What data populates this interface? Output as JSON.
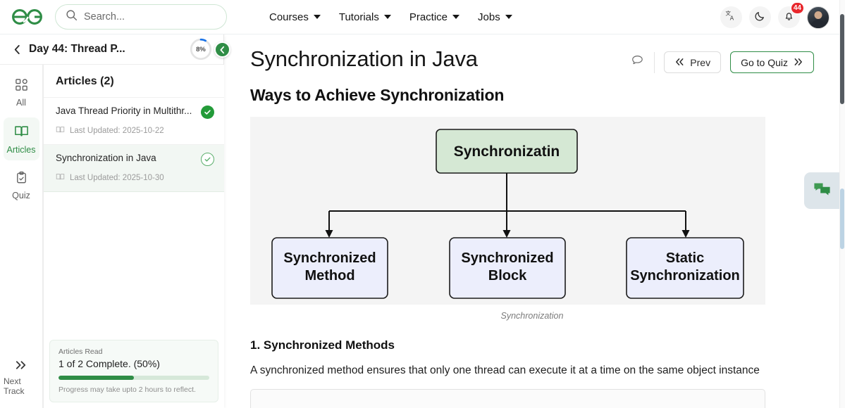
{
  "header": {
    "logo_alt": "GeeksforGeeks",
    "search": {
      "value": "",
      "placeholder": "Search..."
    },
    "nav": [
      {
        "label": "Courses"
      },
      {
        "label": "Tutorials"
      },
      {
        "label": "Practice"
      },
      {
        "label": "Jobs"
      }
    ],
    "actions": {
      "translate_icon": "translate-icon",
      "theme_icon": "moon-icon",
      "notification_icon": "bell-icon",
      "notification_count": "44",
      "avatar": "user-avatar"
    }
  },
  "rail": {
    "items": [
      {
        "label": "All",
        "icon": "grid-icon",
        "active": false
      },
      {
        "label": "Articles",
        "icon": "book-icon",
        "active": true
      },
      {
        "label": "Quiz",
        "icon": "clipboard-icon",
        "active": false
      }
    ],
    "next_track": {
      "label": "Next Track",
      "icon": "double-chevron-right-icon"
    }
  },
  "panel": {
    "title": "Day 44: Thread P...",
    "back_icon": "chevron-left-icon",
    "progress_percent": "8%",
    "progress_value": 8,
    "collapse_icon": "chevron-left-icon",
    "articles_heading": "Articles (2)",
    "articles": [
      {
        "title": "Java Thread Priority in Multithr...",
        "meta": "Last Updated: 2025-10-22",
        "meta_icon": "book-open-icon",
        "status": "complete",
        "current": false
      },
      {
        "title": "Synchronization in Java",
        "meta": "Last Updated: 2025-10-30",
        "meta_icon": "book-open-icon",
        "status": "current",
        "current": true
      }
    ],
    "progress_card": {
      "label": "Articles Read",
      "summary": "1 of 2 Complete. (50%)",
      "percent": 50,
      "note": "Progress may take upto 2 hours to reflect."
    }
  },
  "main": {
    "title": "Synchronization in Java",
    "comment_icon": "comment-icon",
    "prev_button": {
      "label": "Prev",
      "icon": "double-chevron-left-icon"
    },
    "quiz_button": {
      "label": "Go to Quiz",
      "icon": "double-chevron-right-icon"
    },
    "section_heading": "Ways to Achieve Synchronization",
    "figure": {
      "caption": "Synchronization",
      "root": "Synchronizatin",
      "children": [
        "Synchronized Method",
        "Synchronized Block",
        "Static Synchronization"
      ],
      "root_fill": "#d5e8d4",
      "child_fill": "#eceefc",
      "stroke": "#1b1b1b",
      "bg": "#f4f4f4"
    },
    "subheading": "1. Synchronized Methods",
    "paragraph": "A synchronized method ensures that only one thread can execute it at a time on the same object instance"
  },
  "chat_widget": {
    "icon": "chat-bubbles-icon"
  },
  "colors": {
    "brand_green": "#2f8d46",
    "accent_red": "#e8272c",
    "ring_blue": "#1a73e8"
  }
}
